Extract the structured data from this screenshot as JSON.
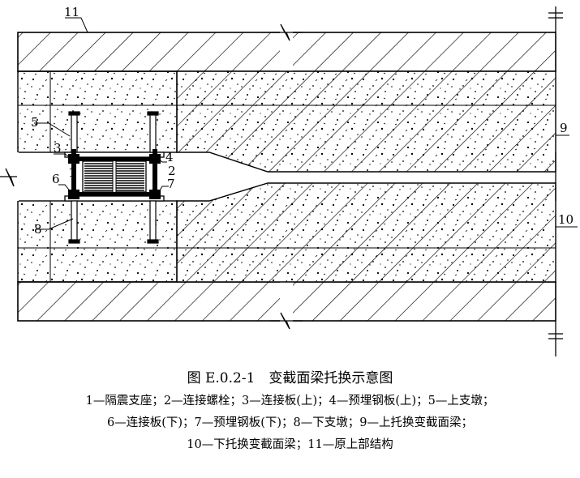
{
  "figure": {
    "callouts": [
      "1",
      "2",
      "3",
      "4",
      "5",
      "6",
      "7",
      "8",
      "9",
      "10",
      "11"
    ]
  },
  "caption": {
    "title": "图 E.0.2-1　变截面梁托换示意图",
    "legend_lines": [
      "1—隔震支座；2—连接螺栓；3—连接板(上)；4—预埋钢板(上)；5—上支墩；",
      "6—连接板(下)；7—预埋钢板(下)；8—下支墩；9—上托换变截面梁；",
      "10—下托换变截面梁；11—原上部结构"
    ]
  }
}
